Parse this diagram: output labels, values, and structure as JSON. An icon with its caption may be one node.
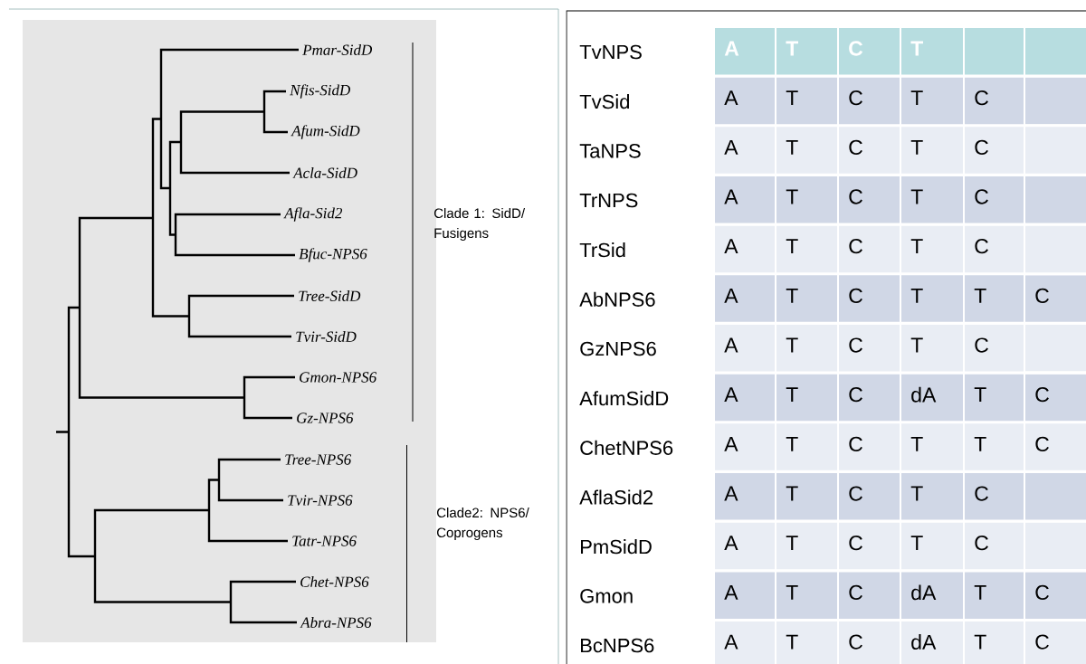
{
  "diagram": {
    "labels": [
      "Pmar-SidD",
      "Nfis-SidD",
      "Afum-SidD",
      "Acla-SidD",
      "Afla-Sid2",
      "Bfuc-NPS6",
      "Tree-SidD",
      "Tvir-SidD",
      "Gmon-NPS6",
      "Gz-NPS6",
      "Tree-NPS6",
      "Tvir-NPS6",
      "Tatr-NPS6",
      "Chet-NPS6",
      "Abra-NPS6",
      "Clade 1: SidD/ Fusigens",
      "Clade2: NPS6/ Coprogens",
      "TvNPS",
      "A",
      "T",
      "C",
      "T",
      "TvSid",
      "A",
      "T",
      "C",
      "T",
      "C",
      "TaNPS",
      "A",
      "T",
      "C",
      "T",
      "C",
      "TrNPS",
      "A",
      "T",
      "C",
      "T",
      "C",
      "TrSid",
      "A",
      "T",
      "C",
      "T",
      "C",
      "AbNPS6",
      "A",
      "T",
      "C",
      "T",
      "T",
      "C",
      "GzNPS6",
      "A",
      "T",
      "C",
      "T",
      "C",
      "AfumSidD",
      "A",
      "T",
      "C",
      "dA",
      "T",
      "C",
      "ChetNPS6",
      "A",
      "T",
      "C",
      "T",
      "T",
      "C",
      "AflaSid2",
      "A",
      "T",
      "C",
      "T",
      "C",
      "PmSidD",
      "A",
      "T",
      "C",
      "T",
      "C",
      "Gmon",
      "A",
      "T",
      "C",
      "dA",
      "T",
      "C",
      "BcNPS6",
      "A",
      "T",
      "C",
      "dA",
      "T",
      "C"
    ]
  }
}
